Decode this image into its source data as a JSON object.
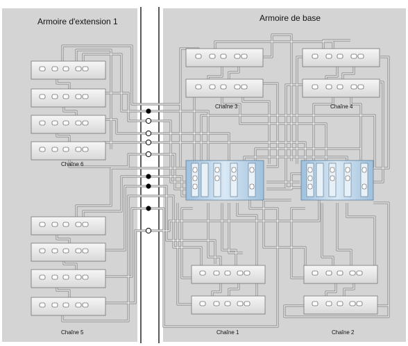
{
  "cabinets": {
    "expansion_title": "Armoire d'extension 1",
    "base_title": "Armoire de base"
  },
  "chains": {
    "c1": "Chaîne 1",
    "c2": "Chaîne 2",
    "c3": "Chaîne 3",
    "c4": "Chaîne 4",
    "c5": "Chaîne 5",
    "c6": "Chaîne 6"
  },
  "colors": {
    "panel": "#d4d4d4",
    "divider": "#222222",
    "cable": "#909090",
    "shelf": "#ececec",
    "controller": "#b9d3e8"
  }
}
